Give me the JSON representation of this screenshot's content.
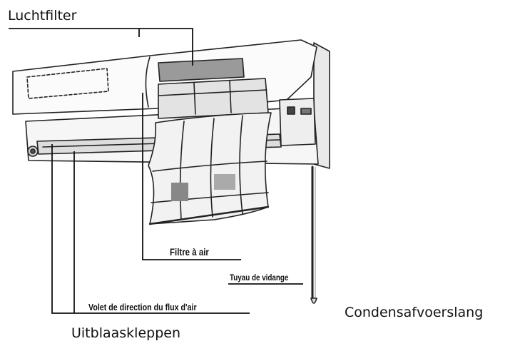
{
  "labels": {
    "luchtfilter": "Luchtfilter",
    "filtre_a_air": "Filtre à air",
    "tuyau_de_vidange": "Tuyau de vidange",
    "volet_direction": "Volet de direction du flux d'air",
    "condensafvoerslang": "Condensafvoerslang",
    "uitblaaskleppen": "Uitblaaskleppen"
  }
}
